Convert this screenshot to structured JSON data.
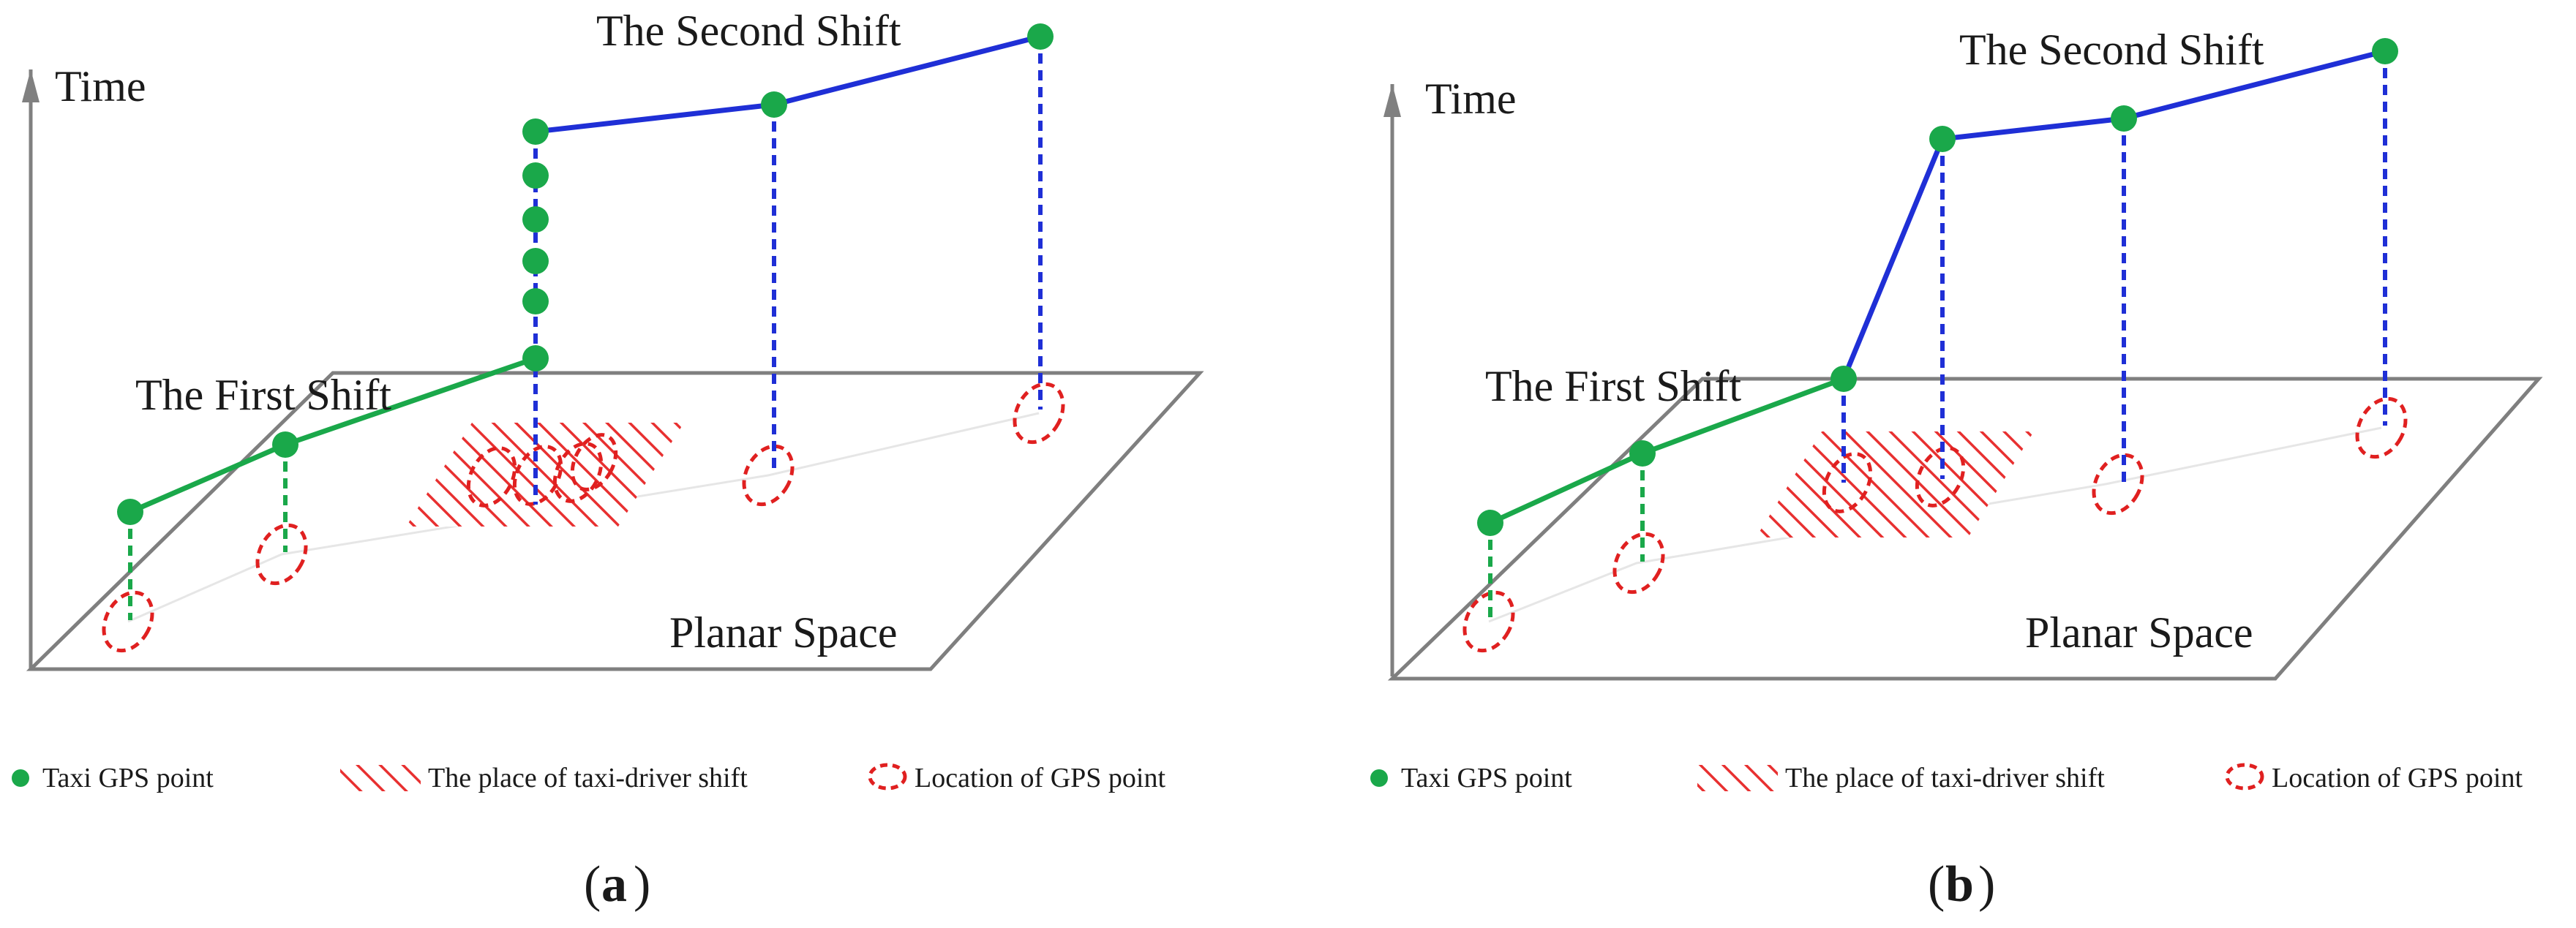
{
  "panels": [
    {
      "id": "a",
      "axis_label": "Time",
      "first_shift_label": "The First Shift",
      "second_shift_label": "The Second Shift",
      "plane_label": "Planar Space",
      "caption": "a"
    },
    {
      "id": "b",
      "axis_label": "Time",
      "first_shift_label": "The First Shift",
      "second_shift_label": "The Second Shift",
      "plane_label": "Planar Space",
      "caption": "b"
    }
  ],
  "legend": {
    "gps_point": "Taxi GPS point",
    "shift_place": "The place of taxi-driver shift",
    "gps_location": "Location of GPS point"
  },
  "colors": {
    "first_shift": "#1aa84a",
    "second_shift": "#1f2fd6",
    "location": "#e02020",
    "plane": "#7f7f7f"
  }
}
